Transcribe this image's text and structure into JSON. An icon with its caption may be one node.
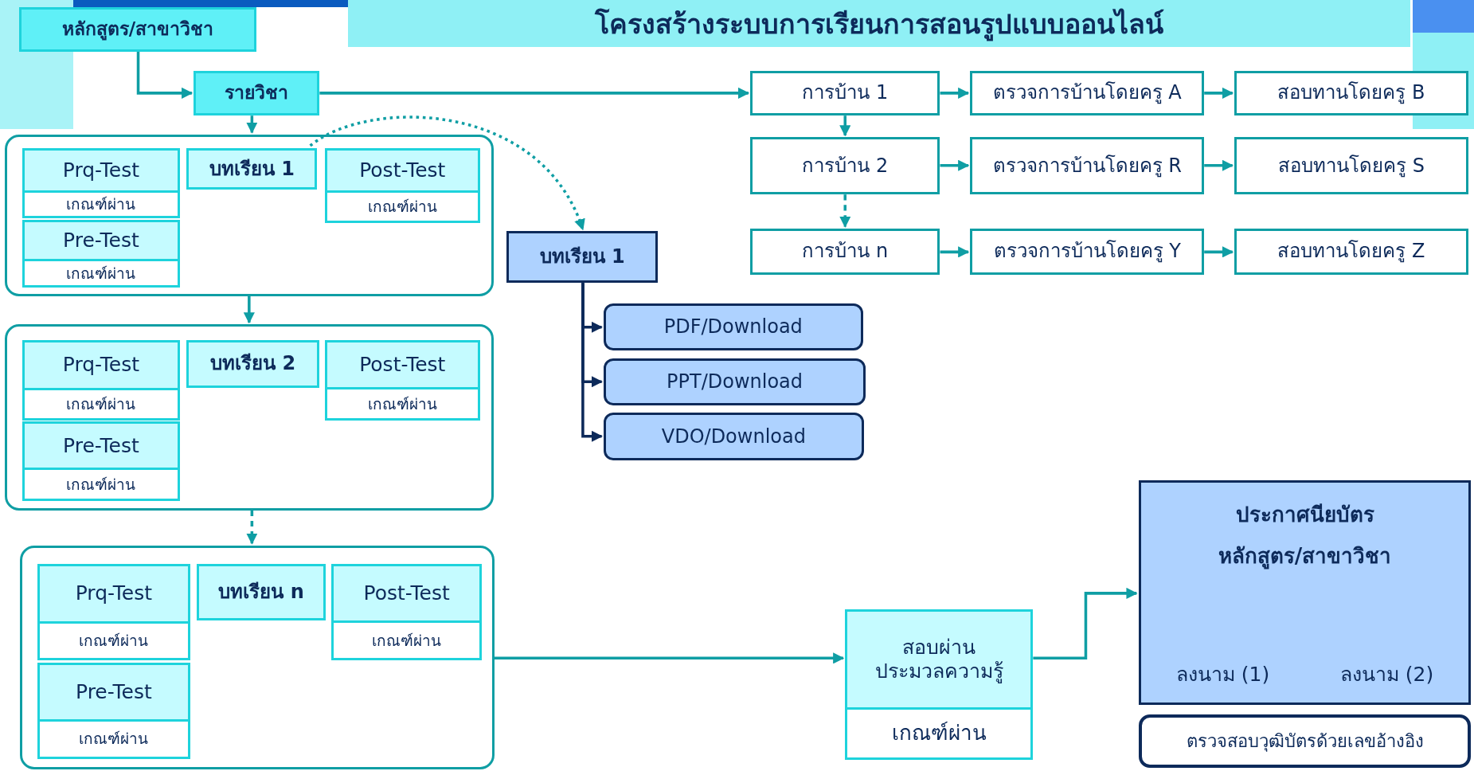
{
  "diagram": {
    "title": "โครงสร้างระบบการเรียนการสอนรูปแบบออนไลน์",
    "nodes": [
      {
        "text": [
          "หลักสูตร/สาขาวิชา"
        ]
      },
      {
        "text": [
          "รายวิชา"
        ]
      },
      {
        "text": [],
        "shape": "box"
      },
      {
        "text": [
          "Prq-Test",
          "เกณฑ์ผ่าน"
        ],
        "in": 2
      },
      {
        "text": [
          "บทเรียน 1"
        ],
        "in": 2
      },
      {
        "text": [
          "Post-Test",
          "เกณฑ์ผ่าน"
        ],
        "in": 2
      },
      {
        "text": [
          "Pre-Test",
          "เกณฑ์ผ่าน"
        ],
        "in": 2
      },
      {
        "text": [],
        "shape": "box"
      },
      {
        "text": [
          "Prq-Test",
          "เกณฑ์ผ่าน"
        ],
        "in": 7
      },
      {
        "text": [
          "บทเรียน 2"
        ],
        "in": 7
      },
      {
        "text": [
          "Post-Test",
          "เกณฑ์ผ่าน"
        ],
        "in": 7
      },
      {
        "text": [
          "Pre-Test",
          "เกณฑ์ผ่าน"
        ],
        "in": 7
      },
      {
        "text": [],
        "shape": "box"
      },
      {
        "text": [
          "Prq-Test",
          "เกณฑ์ผ่าน"
        ],
        "in": 12
      },
      {
        "text": [
          "บทเรียน n"
        ],
        "in": 12
      },
      {
        "text": [
          "Post-Test",
          "เกณฑ์ผ่าน"
        ],
        "in": 12
      },
      {
        "text": [
          "Pre-Test",
          "เกณฑ์ผ่าน"
        ],
        "in": 12
      },
      {
        "text": [
          "บทเรียน 1"
        ]
      },
      {
        "text": [
          "PDF/Download"
        ]
      },
      {
        "text": [
          "PPT/Download"
        ]
      },
      {
        "text": [
          "VDO/Download"
        ]
      },
      {
        "text": [
          "การบ้าน 1"
        ]
      },
      {
        "text": [
          "ตรวจการบ้านโดยครู A"
        ]
      },
      {
        "text": [
          "สอบทานโดยครู B"
        ]
      },
      {
        "text": [
          "การบ้าน 2"
        ]
      },
      {
        "text": [
          "ตรวจการบ้านโดยครู R"
        ]
      },
      {
        "text": [
          "สอบทานโดยครู S"
        ]
      },
      {
        "text": [
          "การบ้าน n"
        ]
      },
      {
        "text": [
          "ตรวจการบ้านโดยครู Y"
        ]
      },
      {
        "text": [
          "สอบทานโดยครู Z"
        ]
      },
      {
        "text": [
          "สอบผ่าน ประมวลความรู้",
          "เกณฑ์ผ่าน"
        ]
      },
      {
        "text": [
          "ประกาศนียบัตร หลักสูตร/สาขาวิชา",
          "ลงนาม (1)",
          "ลงนาม (2)"
        ]
      },
      {
        "text": [
          "ตรวจสอบวุฒิบัตรด้วยเลขอ้างอิง"
        ]
      }
    ],
    "edges": [
      {
        "from": 0,
        "to": 1,
        "arrow": "to"
      },
      {
        "from": 1,
        "to": 2,
        "arrow": "to"
      },
      {
        "from": 1,
        "to": 21,
        "arrow": "to"
      },
      {
        "from": 2,
        "to": 7,
        "arrow": "to"
      },
      {
        "from": 7,
        "to": 12,
        "arrow": "to",
        "style": "dashed"
      },
      {
        "from": 4,
        "to": 17,
        "arrow": "to",
        "style": "dashed"
      },
      {
        "from": 17,
        "to": 18,
        "arrow": "to",
        "color": "#0d2a5a"
      },
      {
        "from": 17,
        "to": 19,
        "arrow": "to",
        "color": "#0d2a5a"
      },
      {
        "from": 17,
        "to": 20,
        "arrow": "to",
        "color": "#0d2a5a"
      },
      {
        "from": 21,
        "to": 22,
        "arrow": "to"
      },
      {
        "from": 22,
        "to": 23,
        "arrow": "to"
      },
      {
        "from": 24,
        "to": 25,
        "arrow": "to"
      },
      {
        "from": 25,
        "to": 26,
        "arrow": "to"
      },
      {
        "from": 27,
        "to": 28,
        "arrow": "to"
      },
      {
        "from": 28,
        "to": 29,
        "arrow": "to"
      },
      {
        "from": 21,
        "to": 24,
        "arrow": "to"
      },
      {
        "from": 24,
        "to": 27,
        "arrow": "to",
        "style": "dashed"
      },
      {
        "from": 12,
        "to": 30,
        "arrow": "to"
      },
      {
        "from": 30,
        "to": 31,
        "arrow": "to"
      }
    ]
  }
}
